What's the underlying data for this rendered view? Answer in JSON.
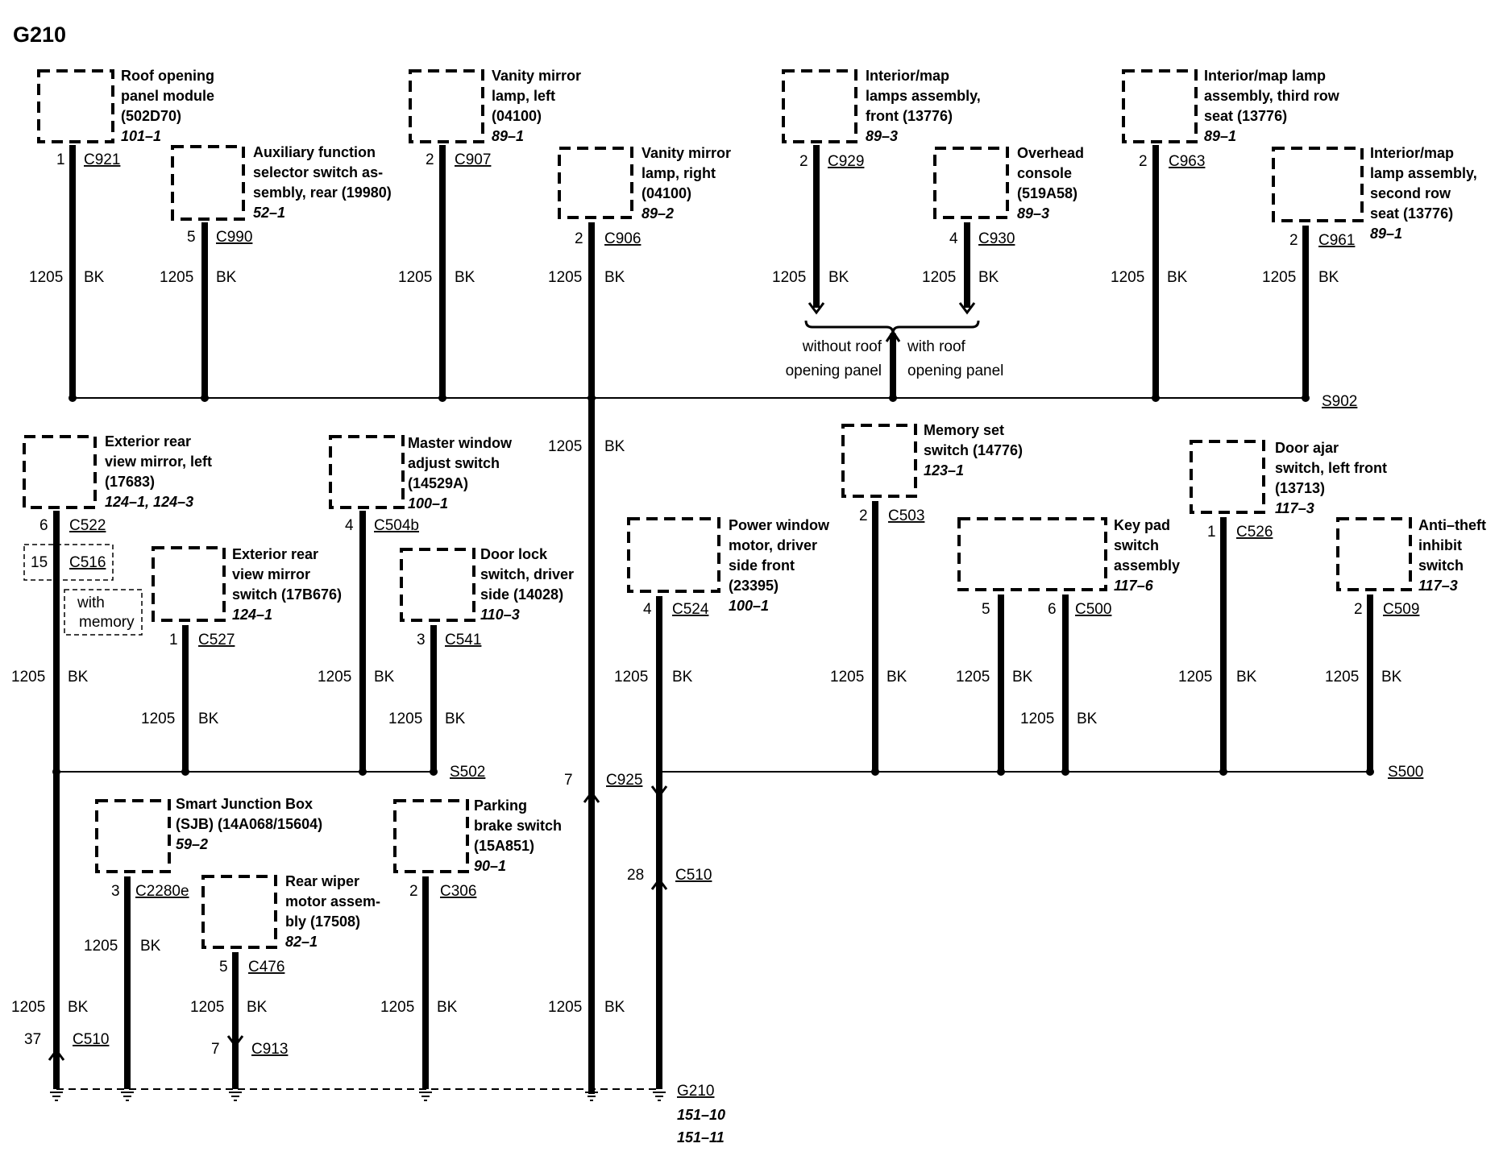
{
  "title": "G210",
  "wire": {
    "circuit": "1205",
    "color": "BK"
  },
  "components": {
    "roof_module": {
      "name": [
        "Roof opening",
        "panel module",
        "(502D70)"
      ],
      "ref": "101–1",
      "pin": "1",
      "conn": "C921"
    },
    "aux_switch": {
      "name": [
        "Auxiliary function",
        "selector switch as-",
        "sembly, rear (19980)"
      ],
      "ref": "52–1",
      "pin": "5",
      "conn": "C990"
    },
    "vanity_left": {
      "name": [
        "Vanity mirror",
        "lamp, left",
        "(04100)"
      ],
      "ref": "89–1",
      "pin": "2",
      "conn": "C907"
    },
    "vanity_right": {
      "name": [
        "Vanity mirror",
        "lamp, right",
        "(04100)"
      ],
      "ref": "89–2",
      "pin": "2",
      "conn": "C906"
    },
    "map_front": {
      "name": [
        "Interior/map",
        "lamps assembly,",
        "front (13776)"
      ],
      "ref": "89–3",
      "pin": "2",
      "conn": "C929"
    },
    "overhead": {
      "name": [
        "Overhead",
        "console",
        "(519A58)"
      ],
      "ref": "89–3",
      "pin": "4",
      "conn": "C930"
    },
    "map_third": {
      "name": [
        "Interior/map lamp",
        "assembly, third row",
        "seat (13776)"
      ],
      "ref": "89–1",
      "pin": "2",
      "conn": "C963"
    },
    "map_second": {
      "name": [
        "Interior/map",
        "lamp assembly,",
        "second row",
        "seat (13776)"
      ],
      "ref": "89–1",
      "pin": "2",
      "conn": "C961"
    },
    "mirror_left": {
      "name": [
        "Exterior rear",
        "view mirror, left",
        "(17683)"
      ],
      "ref": "124–1, 124–3",
      "pin": "6",
      "conn": "C522",
      "pin2": "15",
      "conn2": "C516",
      "note": [
        "with",
        "memory"
      ]
    },
    "mirror_switch": {
      "name": [
        "Exterior rear",
        "view mirror",
        "switch (17B676)"
      ],
      "ref": "124–1",
      "pin": "1",
      "conn": "C527"
    },
    "master_window": {
      "name": [
        "Master window",
        "adjust switch",
        "(14529A)"
      ],
      "ref": "100–1",
      "pin": "4",
      "conn": "C504b"
    },
    "door_lock": {
      "name": [
        "Door lock",
        "switch, driver",
        "side (14028)"
      ],
      "ref": "110–3",
      "pin": "3",
      "conn": "C541"
    },
    "power_window": {
      "name": [
        "Power window",
        "motor, driver",
        "side front",
        "(23395)"
      ],
      "ref": "100–1",
      "pin": "4",
      "conn": "C524"
    },
    "memory_set": {
      "name": [
        "Memory set",
        "switch (14776)"
      ],
      "ref": "123–1",
      "pin": "2",
      "conn": "C503"
    },
    "keypad": {
      "name": [
        "Key pad",
        "switch",
        "assembly"
      ],
      "ref": "117–6",
      "pin": "5",
      "pin2": "6",
      "conn": "C500"
    },
    "door_ajar": {
      "name": [
        "Door ajar",
        "switch, left front",
        "(13713)"
      ],
      "ref": "117–3",
      "pin": "1",
      "conn": "C526"
    },
    "anti_theft": {
      "name": [
        "Anti–theft",
        "inhibit",
        "switch"
      ],
      "ref": "117–3",
      "pin": "2",
      "conn": "C509"
    },
    "sjb": {
      "name": [
        "Smart Junction Box",
        "(SJB) (14A068/15604)"
      ],
      "ref": "59–2",
      "pin": "3",
      "conn": "C2280e"
    },
    "rear_wiper": {
      "name": [
        "Rear wiper",
        "motor assem-",
        "bly (17508)"
      ],
      "ref": "82–1",
      "pin": "5",
      "conn": "C476",
      "pin2": "7",
      "conn2": "C913"
    },
    "parking_brake": {
      "name": [
        "Parking",
        "brake switch",
        "(15A851)"
      ],
      "ref": "90–1",
      "pin": "2",
      "conn": "C306"
    }
  },
  "splices": {
    "s902": "S902",
    "s502": "S502",
    "s500": "S500"
  },
  "inline": {
    "c925_pin": "7",
    "c925": "C925",
    "c510_pin_a": "28",
    "c510_a": "C510",
    "c510_pin_b": "37",
    "c510_b": "C510"
  },
  "options": {
    "without": [
      "without roof",
      "opening panel"
    ],
    "with": [
      "with roof",
      "opening panel"
    ]
  },
  "ground": {
    "name": "G210",
    "refs": [
      "151–10",
      "151–11"
    ]
  }
}
